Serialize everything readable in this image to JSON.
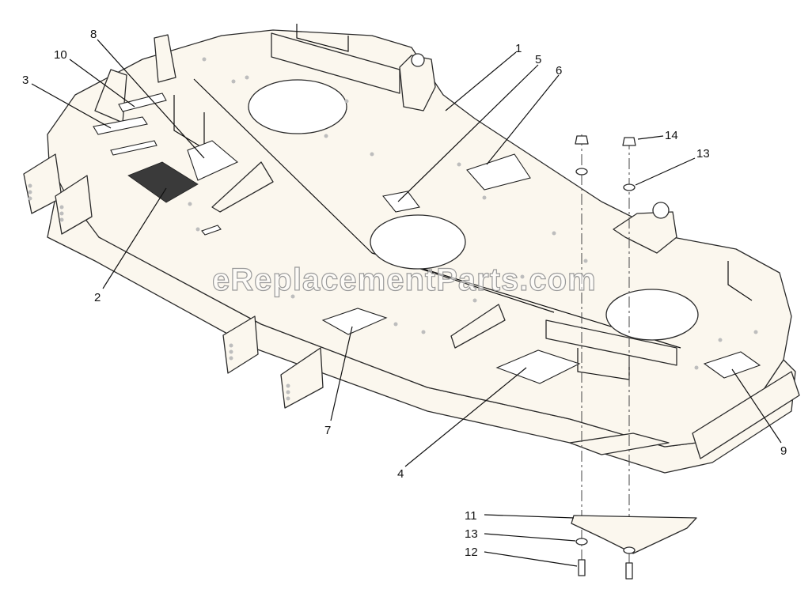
{
  "watermark": "eReplacementParts.com",
  "callouts": [
    {
      "id": "c1",
      "label": "1"
    },
    {
      "id": "c2",
      "label": "2"
    },
    {
      "id": "c3",
      "label": "3"
    },
    {
      "id": "c4",
      "label": "4"
    },
    {
      "id": "c5",
      "label": "5"
    },
    {
      "id": "c6",
      "label": "6"
    },
    {
      "id": "c7",
      "label": "7"
    },
    {
      "id": "c8",
      "label": "8"
    },
    {
      "id": "c9",
      "label": "9"
    },
    {
      "id": "c10",
      "label": "10"
    },
    {
      "id": "c11",
      "label": "11"
    },
    {
      "id": "c12",
      "label": "12"
    },
    {
      "id": "c13a",
      "label": "13"
    },
    {
      "id": "c13b",
      "label": "13"
    },
    {
      "id": "c14",
      "label": "14"
    }
  ]
}
